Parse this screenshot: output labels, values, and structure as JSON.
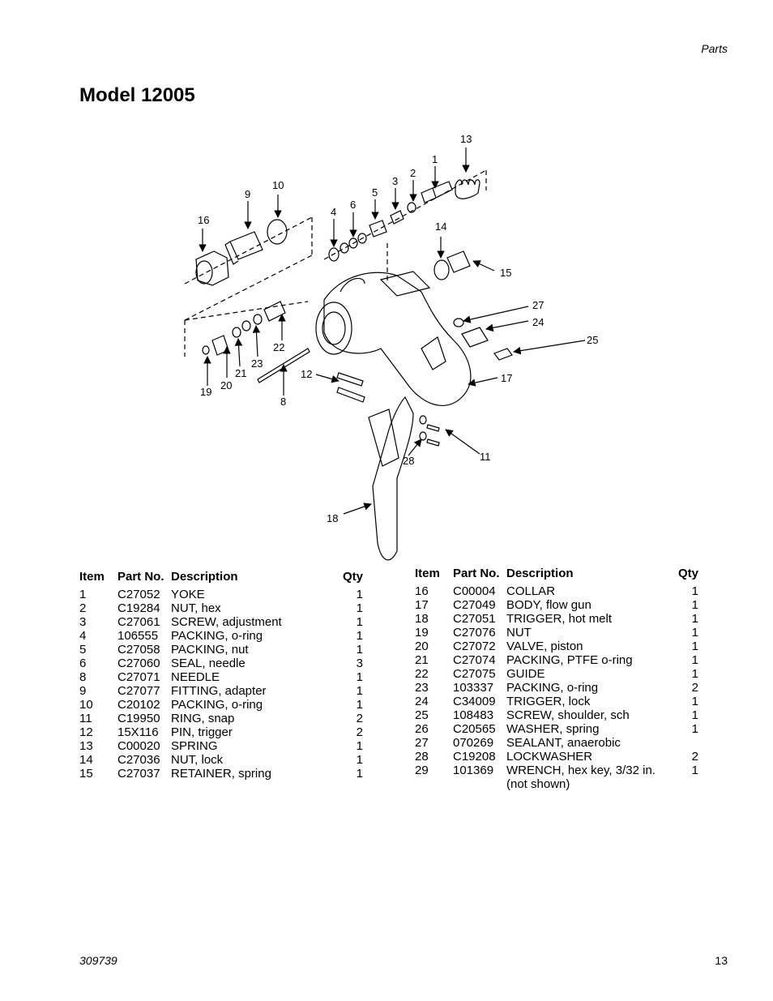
{
  "header": {
    "section": "Parts"
  },
  "title": "Model 12005",
  "diagram": {
    "callouts": [
      "13",
      "1",
      "2",
      "3",
      "5",
      "6",
      "4",
      "10",
      "9",
      "16",
      "14",
      "15",
      "27",
      "24",
      "25",
      "22",
      "23",
      "21",
      "20",
      "19",
      "12",
      "8",
      "17",
      "11",
      "28",
      "18"
    ]
  },
  "table_left": {
    "headers": {
      "item": "Item",
      "part": "Part No.",
      "desc": "Description",
      "qty": "Qty"
    },
    "rows": [
      {
        "item": "1",
        "part": "C27052",
        "desc": "YOKE",
        "qty": "1"
      },
      {
        "item": "2",
        "part": "C19284",
        "desc": "NUT, hex",
        "qty": "1"
      },
      {
        "item": "3",
        "part": "C27061",
        "desc": "SCREW, adjustment",
        "qty": "1"
      },
      {
        "item": "4",
        "part": "106555",
        "desc": "PACKING, o-ring",
        "qty": "1"
      },
      {
        "item": "5",
        "part": "C27058",
        "desc": "PACKING, nut",
        "qty": "1"
      },
      {
        "item": "6",
        "part": "C27060",
        "desc": "SEAL, needle",
        "qty": "3"
      },
      {
        "item": "8",
        "part": "C27071",
        "desc": "NEEDLE",
        "qty": "1"
      },
      {
        "item": "9",
        "part": "C27077",
        "desc": "FITTING, adapter",
        "qty": "1"
      },
      {
        "item": "10",
        "part": "C20102",
        "desc": "PACKING, o-ring",
        "qty": "1"
      },
      {
        "item": "11",
        "part": "C19950",
        "desc": "RING, snap",
        "qty": "2"
      },
      {
        "item": "12",
        "part": "15X116",
        "desc": "PIN, trigger",
        "qty": "2"
      },
      {
        "item": "13",
        "part": "C00020",
        "desc": "SPRING",
        "qty": "1"
      },
      {
        "item": "14",
        "part": "C27036",
        "desc": "NUT, lock",
        "qty": "1"
      },
      {
        "item": "15",
        "part": "C27037",
        "desc": "RETAINER, spring",
        "qty": "1"
      }
    ]
  },
  "table_right": {
    "headers": {
      "item": "Item",
      "part": "Part No.",
      "desc": "Description",
      "qty": "Qty"
    },
    "rows": [
      {
        "item": "16",
        "part": "C00004",
        "desc": "COLLAR",
        "qty": "1"
      },
      {
        "item": "17",
        "part": "C27049",
        "desc": "BODY, flow gun",
        "qty": "1"
      },
      {
        "item": "18",
        "part": "C27051",
        "desc": "TRIGGER, hot melt",
        "qty": "1"
      },
      {
        "item": "19",
        "part": "C27076",
        "desc": "NUT",
        "qty": "1"
      },
      {
        "item": "20",
        "part": "C27072",
        "desc": "VALVE, piston",
        "qty": "1"
      },
      {
        "item": "21",
        "part": "C27074",
        "desc": "PACKING, PTFE o-ring",
        "qty": "1"
      },
      {
        "item": "22",
        "part": "C27075",
        "desc": "GUIDE",
        "qty": "1"
      },
      {
        "item": "23",
        "part": "103337",
        "desc": "PACKING, o-ring",
        "qty": "2"
      },
      {
        "item": "24",
        "part": "C34009",
        "desc": "TRIGGER, lock",
        "qty": "1"
      },
      {
        "item": "25",
        "part": "108483",
        "desc": "SCREW, shoulder, sch",
        "qty": "1"
      },
      {
        "item": "26",
        "part": "C20565",
        "desc": "WASHER, spring",
        "qty": "1"
      },
      {
        "item": "27",
        "part": "070269",
        "desc": "SEALANT, anaerobic",
        "qty": ""
      },
      {
        "item": "28",
        "part": "C19208",
        "desc": "LOCKWASHER",
        "qty": "2"
      },
      {
        "item": "29",
        "part": "101369",
        "desc": "WRENCH, hex key, 3/32 in. (not shown)",
        "qty": "1"
      }
    ]
  },
  "footer": {
    "doc_number": "309739",
    "page": "13"
  }
}
